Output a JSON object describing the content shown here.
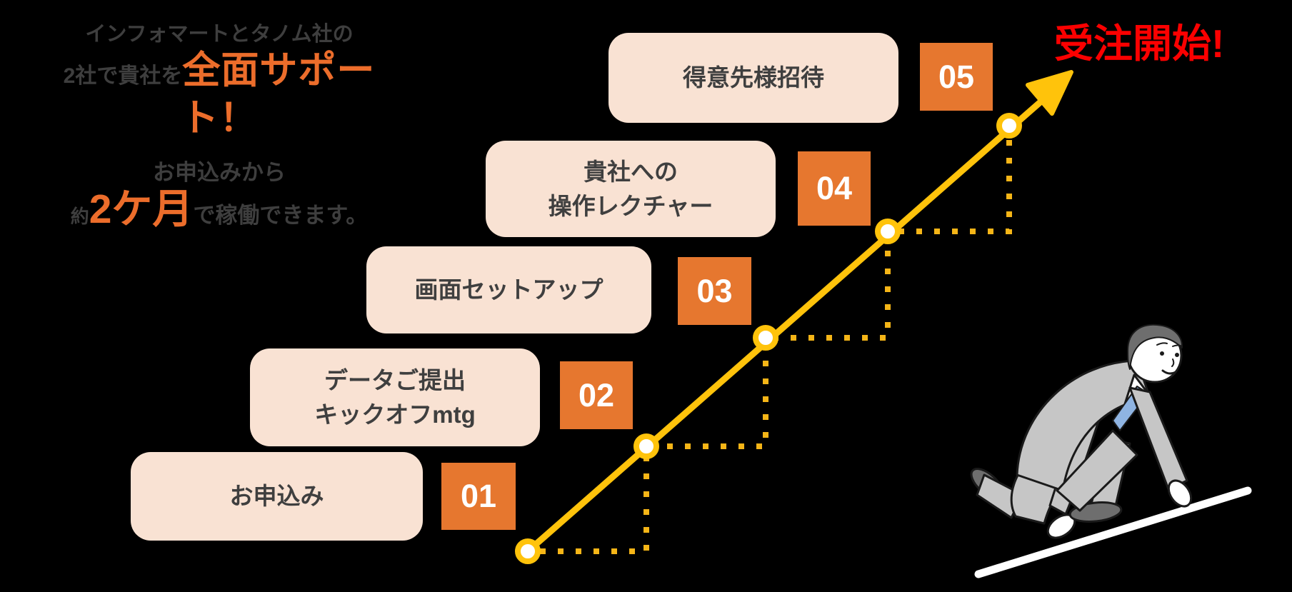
{
  "header": {
    "line1": "インフォマートとタノム社の",
    "line2_prefix": "2社で貴社を",
    "line2_highlight": "全面サポート！",
    "line3": "お申込みから",
    "line4_prefix": "約",
    "line4_highlight": "2ケ月",
    "line4_suffix": "で稼働できます。"
  },
  "goal_label": "受注開始!",
  "steps": [
    {
      "number": "01",
      "lines": [
        "お申込み"
      ]
    },
    {
      "number": "02",
      "lines": [
        "データご提出",
        "キックオフmtg"
      ]
    },
    {
      "number": "03",
      "lines": [
        "画面セットアップ"
      ]
    },
    {
      "number": "04",
      "lines": [
        "貴社への",
        "操作レクチャー"
      ]
    },
    {
      "number": "05",
      "lines": [
        "得意先様招待"
      ]
    }
  ],
  "graphics": {
    "arrow_icon": "diagonal-progress-arrow",
    "node_icon": "milestone-circle-node",
    "dotted_path_icon": "staircase-dotted-path",
    "illustration": "crouching-businessman-at-start-line",
    "start_line_icon": "white-start-line"
  },
  "colors": {
    "background": "#000000",
    "accent_orange_text": "#EC6D2B",
    "badge_orange": "#E6772F",
    "box_beige": "#F9E2D3",
    "line_yellow": "#FFC30B",
    "dot_amber": "#F5B517",
    "dark_text": "#3E3E3E",
    "goal_red": "#FB0000"
  }
}
